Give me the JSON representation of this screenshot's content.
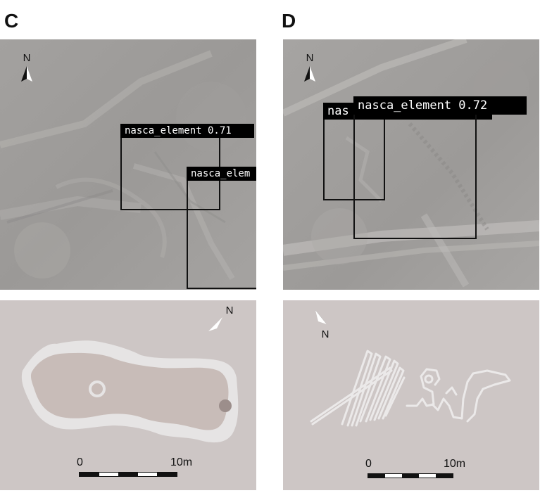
{
  "panels": {
    "c": {
      "letter": "C",
      "north_label": "N",
      "detections": [
        {
          "label": "nasca_element 0.71"
        },
        {
          "label": "nasca_elem"
        }
      ],
      "sketch": {
        "north_label": "N",
        "scale_start": "0",
        "scale_end": "10m"
      }
    },
    "d": {
      "letter": "D",
      "north_label": "N",
      "detections": [
        {
          "label": "nasca_element 0.72"
        },
        {
          "label": "nas"
        }
      ],
      "sketch": {
        "north_label": "N",
        "scale_start": "0",
        "scale_end": "10m"
      }
    }
  },
  "colors": {
    "photo_ground": "#9a9896",
    "sketch_background": "#cdc6c5",
    "sketch_fill_light": "#e6e4e4",
    "sketch_fill_inner": "#c8bcb8",
    "detection_box": "#111111",
    "label_background": "#000000",
    "label_text": "#ffffff"
  },
  "icons": [
    "north-arrow-icon",
    "scale-bar-icon"
  ]
}
